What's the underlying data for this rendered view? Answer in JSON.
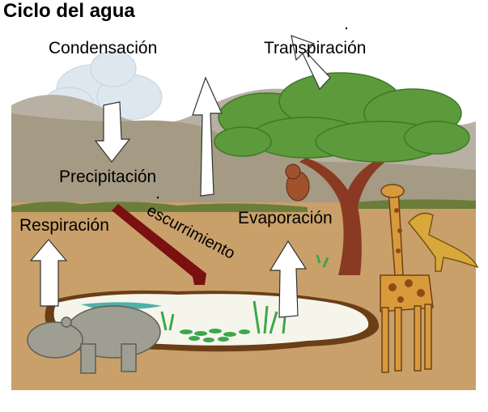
{
  "title": "Ciclo del agua",
  "labels": {
    "condensacion": "Condensación",
    "transpiracion": "Transpiración",
    "precipitacion": "Precipitación",
    "respiracion": "Respiración",
    "escurrimiento": "escurrimiento",
    "evaporacion": "Evaporación"
  },
  "colors": {
    "sky": "#ffffff",
    "ground": "#c9a06a",
    "hills": "#a89a80",
    "hills_far": "#b9b1a0",
    "grass": "#6a7a3a",
    "pond": "#f4f4ea",
    "pond_edge": "#6b3e16",
    "water": "#4fb0a8",
    "tree_leaf": "#5c9a3c",
    "trunk": "#8a3a22",
    "runoff": "#7a1010",
    "arrow": "#ffffff"
  }
}
